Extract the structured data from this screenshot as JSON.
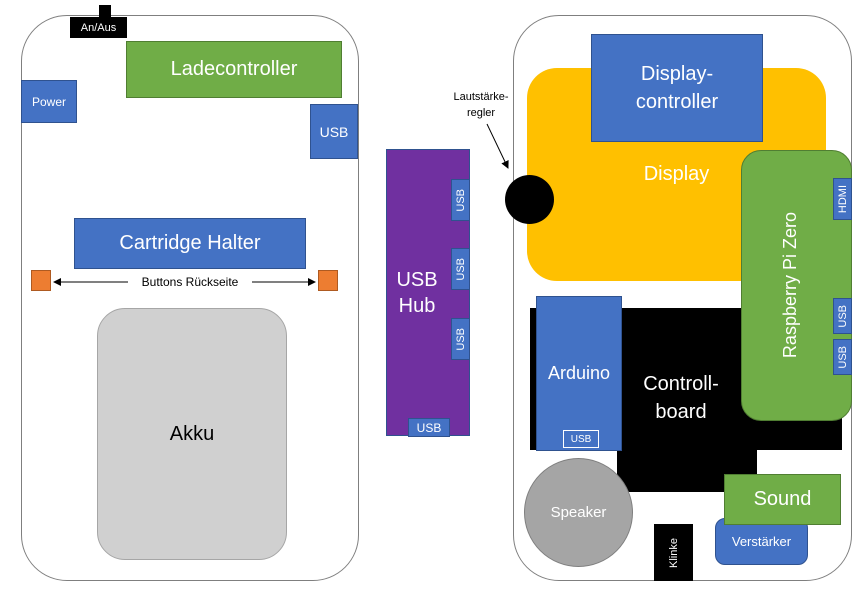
{
  "left_device": {
    "on_off": "An/Aus",
    "charge_controller": "Ladecontroller",
    "power": "Power",
    "usb": "USB",
    "cartridge_holder": "Cartridge Halter",
    "buttons_back": "Buttons Rückseite",
    "battery": "Akku"
  },
  "usb_hub": {
    "label_line1": "USB",
    "label_line2": "Hub",
    "port_1": "USB",
    "port_2": "USB",
    "port_3": "USB",
    "port_bottom": "USB"
  },
  "right_device": {
    "volume_line1": "Lautstärke-",
    "volume_line2": "regler",
    "display_controller_line1": "Display-",
    "display_controller_line2": "controller",
    "display": "Display",
    "raspberry_pi": "Raspberry Pi Zero",
    "hdmi": "HDMI",
    "pi_usb_1": "USB",
    "pi_usb_2": "USB",
    "arduino": "Arduino",
    "arduino_usb": "USB",
    "controlboard_line1": "Controll-",
    "controlboard_line2": "board",
    "speaker": "Speaker",
    "sound": "Sound",
    "amplifier": "Verstärker",
    "jack": "Klinke"
  },
  "colors": {
    "blue": "#4472c4",
    "green": "#70ad47",
    "gold": "#ffc000",
    "purple": "#7030a0",
    "orange": "#ed7d31",
    "grey": "#d0d0d0",
    "black": "#000000"
  }
}
